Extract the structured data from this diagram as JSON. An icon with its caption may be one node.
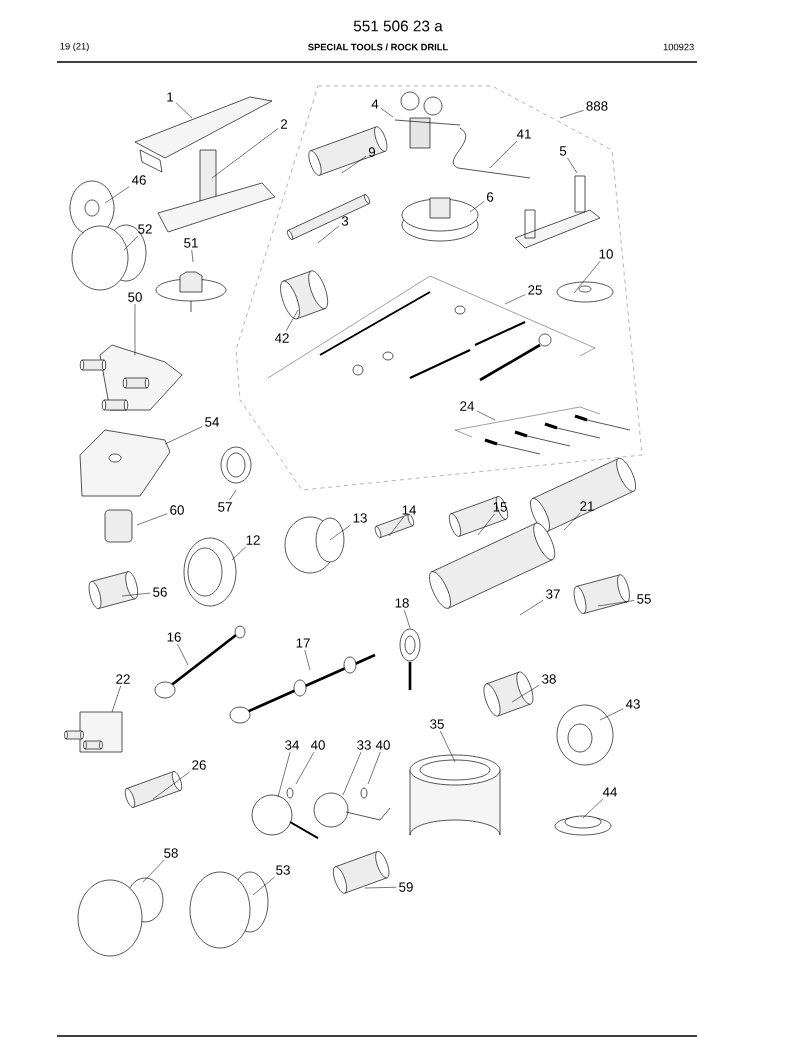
{
  "diagram": {
    "title": "SPECIAL TOOLS / ROCK DRILL",
    "labels": [
      "551 506 23 a",
      "19 (21)",
      "100923"
    ],
    "nodes": [
      {
        "text": [
          "1"
        ]
      },
      {
        "text": [
          "2"
        ]
      },
      {
        "text": [
          "4"
        ]
      },
      {
        "text": [
          "888"
        ]
      },
      {
        "text": [
          "41"
        ]
      },
      {
        "text": [
          "9"
        ]
      },
      {
        "text": [
          "5"
        ]
      },
      {
        "text": [
          "46"
        ]
      },
      {
        "text": [
          "6"
        ]
      },
      {
        "text": [
          "3"
        ]
      },
      {
        "text": [
          "52"
        ]
      },
      {
        "text": [
          "51"
        ]
      },
      {
        "text": [
          "10"
        ]
      },
      {
        "text": [
          "25"
        ]
      },
      {
        "text": [
          "50"
        ]
      },
      {
        "text": [
          "42"
        ]
      },
      {
        "text": [
          "24"
        ]
      },
      {
        "text": [
          "54"
        ]
      },
      {
        "text": [
          "57"
        ]
      },
      {
        "text": [
          "60"
        ]
      },
      {
        "text": [
          "14"
        ]
      },
      {
        "text": [
          "15"
        ]
      },
      {
        "text": [
          "21"
        ]
      },
      {
        "text": [
          "13"
        ]
      },
      {
        "text": [
          "12"
        ]
      },
      {
        "text": [
          "56"
        ]
      },
      {
        "text": [
          "37"
        ]
      },
      {
        "text": [
          "55"
        ]
      },
      {
        "text": [
          "18"
        ]
      },
      {
        "text": [
          "16"
        ]
      },
      {
        "text": [
          "17"
        ]
      },
      {
        "text": [
          "22"
        ]
      },
      {
        "text": [
          "38"
        ]
      },
      {
        "text": [
          "43"
        ]
      },
      {
        "text": [
          "35"
        ]
      },
      {
        "text": [
          "34"
        ]
      },
      {
        "text": [
          "40"
        ]
      },
      {
        "text": [
          "33"
        ]
      },
      {
        "text": [
          "40"
        ]
      },
      {
        "text": [
          "26"
        ]
      },
      {
        "text": [
          "44"
        ]
      },
      {
        "text": [
          "58"
        ]
      },
      {
        "text": [
          "53"
        ]
      },
      {
        "text": [
          "59"
        ]
      }
    ],
    "edges": [
      {
        "from": 0,
        "to": null,
        "arrow": "none"
      },
      {
        "from": 1,
        "to": null,
        "arrow": "none"
      },
      {
        "from": 2,
        "to": null,
        "arrow": "none"
      },
      {
        "from": 3,
        "to": null,
        "arrow": "none"
      },
      {
        "from": 4,
        "to": null,
        "arrow": "none"
      },
      {
        "from": 5,
        "to": null,
        "arrow": "none"
      },
      {
        "from": 6,
        "to": null,
        "arrow": "none"
      },
      {
        "from": 7,
        "to": null,
        "arrow": "none"
      },
      {
        "from": 8,
        "to": null,
        "arrow": "none"
      },
      {
        "from": 9,
        "to": null,
        "arrow": "none"
      },
      {
        "from": 10,
        "to": null,
        "arrow": "none"
      },
      {
        "from": 11,
        "to": null,
        "arrow": "none"
      },
      {
        "from": 12,
        "to": null,
        "arrow": "none"
      },
      {
        "from": 13,
        "to": null,
        "arrow": "none"
      },
      {
        "from": 14,
        "to": null,
        "arrow": "none"
      },
      {
        "from": 15,
        "to": null,
        "arrow": "none"
      },
      {
        "from": 16,
        "to": null,
        "arrow": "none"
      },
      {
        "from": 17,
        "to": null,
        "arrow": "none"
      },
      {
        "from": 18,
        "to": null,
        "arrow": "none"
      },
      {
        "from": 19,
        "to": null,
        "arrow": "none"
      },
      {
        "from": 20,
        "to": null,
        "arrow": "none"
      },
      {
        "from": 21,
        "to": null,
        "arrow": "none"
      },
      {
        "from": 22,
        "to": null,
        "arrow": "none"
      },
      {
        "from": 23,
        "to": null,
        "arrow": "none"
      },
      {
        "from": 24,
        "to": null,
        "arrow": "none"
      },
      {
        "from": 25,
        "to": null,
        "arrow": "none"
      },
      {
        "from": 26,
        "to": null,
        "arrow": "none"
      },
      {
        "from": 27,
        "to": null,
        "arrow": "none"
      },
      {
        "from": 28,
        "to": null,
        "arrow": "none"
      },
      {
        "from": 29,
        "to": null,
        "arrow": "none"
      },
      {
        "from": 30,
        "to": null,
        "arrow": "none"
      },
      {
        "from": 31,
        "to": null,
        "arrow": "none"
      },
      {
        "from": 32,
        "to": null,
        "arrow": "none"
      },
      {
        "from": 33,
        "to": null,
        "arrow": "none"
      },
      {
        "from": 34,
        "to": null,
        "arrow": "none"
      },
      {
        "from": 35,
        "to": null,
        "arrow": "none"
      },
      {
        "from": 36,
        "to": null,
        "arrow": "none"
      },
      {
        "from": 37,
        "to": null,
        "arrow": "none"
      },
      {
        "from": 38,
        "to": null,
        "arrow": "none"
      },
      {
        "from": 39,
        "to": null,
        "arrow": "none"
      },
      {
        "from": 40,
        "to": null,
        "arrow": "none"
      },
      {
        "from": 41,
        "to": null,
        "arrow": "none"
      },
      {
        "from": 42,
        "to": null,
        "arrow": "none"
      },
      {
        "from": 43,
        "to": null,
        "arrow": "none"
      }
    ]
  }
}
